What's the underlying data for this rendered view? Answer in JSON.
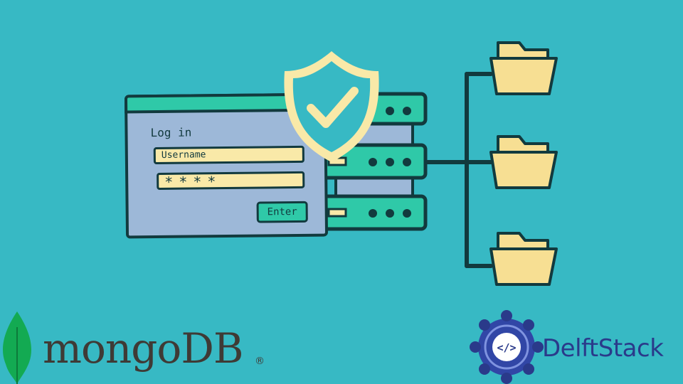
{
  "login": {
    "title": "Log in",
    "username_placeholder": "Username",
    "password_mask": "****",
    "enter_label": "Enter"
  },
  "logos": {
    "mongodb_wordmark": "mongoDB",
    "mongodb_registered": "®",
    "delftstack_wordmark": "DelftStack"
  },
  "icons": {
    "shield": "shield-check-icon",
    "server": "server-rack-icon",
    "folder": "folder-icon"
  },
  "colors": {
    "background": "#37b9c4",
    "outline": "#123a3e",
    "accent_green": "#2fc9a8",
    "window_blue": "#9db8d8",
    "cream": "#f9e9a8",
    "folder_yellow": "#f7df93",
    "mongo_leaf": "#13aa52",
    "delft_blue": "#2a3a8a"
  }
}
